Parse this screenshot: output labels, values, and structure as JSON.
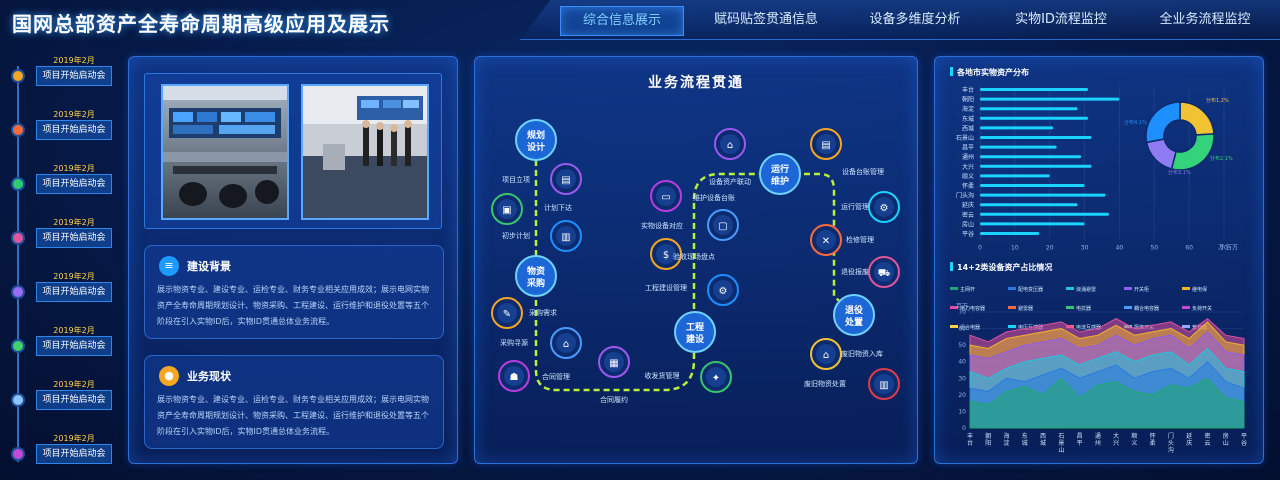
{
  "header": {
    "title": "国网总部资产全寿命周期高级应用及展示",
    "nav": [
      "综合信息展示",
      "赋码贴签贯通信息",
      "设备多维度分析",
      "实物ID流程监控",
      "全业务流程监控"
    ]
  },
  "timeline": {
    "items": [
      {
        "date": "2019年2月",
        "label": "项目开始启动会",
        "color": "#f5a623"
      },
      {
        "date": "2019年2月",
        "label": "项目开始启动会",
        "color": "#ff6a3d"
      },
      {
        "date": "2019年2月",
        "label": "项目开始启动会",
        "color": "#2ecc71"
      },
      {
        "date": "2019年2月",
        "label": "项目开始启动会",
        "color": "#e0569b"
      },
      {
        "date": "2019年2月",
        "label": "项目开始启动会",
        "color": "#9b6cf2"
      },
      {
        "date": "2019年2月",
        "label": "项目开始启动会",
        "color": "#3ed66a"
      },
      {
        "date": "2019年2月",
        "label": "项目开始启动会",
        "color": "#8ec5ff"
      },
      {
        "date": "2019年2月",
        "label": "项目开始启动会",
        "color": "#c14bd6"
      }
    ]
  },
  "info": {
    "background": {
      "title": "建设背景",
      "text": "展示物资专业、建设专业、运检专业、财务专业相关应用成效；展示电网实物资产全寿命周期规划设计、物资采购、工程建设、运行维护和退役处置等五个阶段在引入实物ID后，实物ID贯通总体业务流程。"
    },
    "status": {
      "title": "业务现状",
      "text": "展示物资专业、建设专业、运检专业、财务专业相关应用成效；展示电网实物资产全寿命周期规划设计、物资采购、工程建设、运行维护和退役处置等五个阶段在引入实物ID后，实物ID贯通总体业务流程。"
    }
  },
  "flow": {
    "title": "业务流程贯通",
    "stages": [
      {
        "lines": [
          "规划",
          "设计"
        ]
      },
      {
        "lines": [
          "物资",
          "采购"
        ]
      },
      {
        "lines": [
          "工程",
          "建设"
        ]
      },
      {
        "lines": [
          "运行",
          "维护"
        ]
      },
      {
        "lines": [
          "退役",
          "处置"
        ]
      }
    ],
    "steps": [
      "项目立项",
      "计划下达",
      "初步计划",
      "采购需求",
      "采购寻源",
      "合同管理",
      "合同履约",
      "收发货管理",
      "工程建设管理",
      "验收现场盘点",
      "实物设备对应",
      "维护设备台账",
      "设备资产联动",
      "设备台账管理",
      "运行管理",
      "检修管理",
      "退役报废",
      "废旧物资入库",
      "废旧物资处置"
    ]
  },
  "chart_data": [
    {
      "type": "bar",
      "title": "各地市实物资产分布",
      "categories": [
        "丰台",
        "朝阳",
        "海淀",
        "东城",
        "西城",
        "石景山",
        "昌平",
        "通州",
        "大兴",
        "顺义",
        "怀柔",
        "门头沟",
        "延庆",
        "密云",
        "房山",
        "平谷"
      ],
      "values": [
        31,
        40,
        28,
        31,
        21,
        32,
        22,
        29,
        32,
        20,
        30,
        36,
        28,
        37,
        30,
        17
      ],
      "xlim": [
        0,
        70
      ],
      "xticks": [
        0,
        10,
        20,
        30,
        40,
        50,
        60,
        70
      ],
      "unit": "万 百万"
    },
    {
      "type": "pie",
      "labels": [
        "分布1.2%",
        "分布2.1%",
        "分布3.1%",
        "分布4.1%"
      ],
      "values": [
        24,
        30,
        18,
        28
      ],
      "colors": [
        "#f1c232",
        "#34d27a",
        "#8f7cf2",
        "#1e8fff"
      ]
    },
    {
      "type": "area",
      "title": "14+2类设备资产占比情况",
      "legend": [
        "主网杆",
        "配电变压器",
        "浪涌避雷",
        "开关柜",
        "继电保",
        "电力电容器",
        "避雷器",
        "电抗器",
        "耦合电容器",
        "负荷开关",
        "组合电器",
        "电压互感器",
        "电流互感器",
        "隔离开关",
        "套管器"
      ],
      "categories": [
        "丰台",
        "朝阳",
        "海淀",
        "东城",
        "西城",
        "石景山",
        "昌平",
        "通州",
        "大兴",
        "顺义",
        "怀柔",
        "门头沟",
        "延庆",
        "密云",
        "房山",
        "平谷"
      ],
      "ylim": [
        0,
        70
      ],
      "yticks": [
        0,
        10,
        20,
        30,
        40,
        50,
        60,
        70
      ],
      "ylabel": "百万",
      "series": [
        {
          "color": "#1fa86e",
          "values": [
            16,
            14,
            22,
            25,
            20,
            30,
            18,
            26,
            28,
            22,
            20,
            26,
            24,
            30,
            18,
            16
          ]
        },
        {
          "color": "#2a7be0",
          "values": [
            24,
            22,
            30,
            28,
            32,
            36,
            30,
            34,
            38,
            30,
            34,
            36,
            30,
            40,
            28,
            24
          ]
        },
        {
          "color": "#1ec9d9",
          "values": [
            34,
            30,
            36,
            40,
            42,
            44,
            38,
            42,
            46,
            40,
            44,
            46,
            38,
            48,
            36,
            34
          ]
        },
        {
          "color": "#8f5cf0",
          "values": [
            44,
            42,
            46,
            50,
            52,
            54,
            48,
            50,
            56,
            50,
            54,
            56,
            48,
            58,
            46,
            44
          ]
        },
        {
          "color": "#f0b429",
          "values": [
            50,
            48,
            54,
            56,
            58,
            60,
            54,
            56,
            62,
            56,
            58,
            60,
            54,
            64,
            52,
            50
          ]
        },
        {
          "color": "#e04f9e",
          "values": [
            56,
            52,
            58,
            60,
            62,
            64,
            58,
            60,
            66,
            60,
            62,
            64,
            58,
            66,
            56,
            54
          ]
        }
      ]
    }
  ]
}
